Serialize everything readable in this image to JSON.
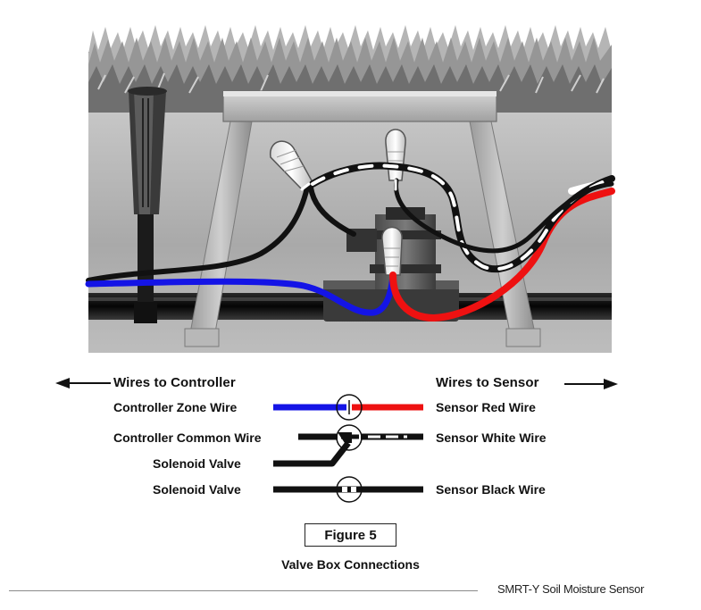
{
  "legend": {
    "left_heading": "Wires to Controller",
    "right_heading": "Wires to Sensor",
    "controller_zone_wire": "Controller Zone Wire",
    "controller_common_wire": "Controller Common Wire",
    "solenoid_valve_1": "Solenoid Valve",
    "solenoid_valve_2": "Solenoid Valve",
    "sensor_red_wire": "Sensor Red Wire",
    "sensor_white_wire": "Sensor White Wire",
    "sensor_black_wire": "Sensor Black Wire"
  },
  "figure": {
    "number": "Figure 5",
    "caption": "Valve Box Connections"
  },
  "footer": {
    "product": "SMRT-Y Soil Moisture Sensor"
  },
  "colors": {
    "zone_wire": "#1414e6",
    "sensor_red": "#ee1111",
    "common_wire": "#111111",
    "white_wire": "#ffffff",
    "grass": "#8c8c8c",
    "box_bg": "#a6a6a6"
  }
}
